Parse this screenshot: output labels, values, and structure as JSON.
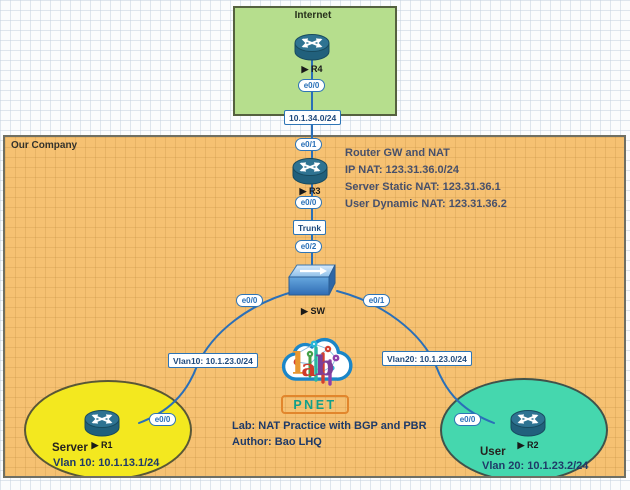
{
  "zones": {
    "internet": {
      "label": "Internet"
    },
    "company": {
      "label": "Our Company"
    }
  },
  "nodes": {
    "r4": {
      "label": "▶ R4",
      "port": "e0/0"
    },
    "r3": {
      "label": "▶ R3",
      "port_up": "e0/1",
      "port_down": "e0/0",
      "trunk": "Trunk",
      "port_e02": "e0/2"
    },
    "sw": {
      "label": "▶ SW",
      "port_left": "e0/0",
      "port_right": "e0/1"
    },
    "r1": {
      "label": "▶ R1",
      "port": "e0/0"
    },
    "r2": {
      "label": "▶ R2",
      "port": "e0/0"
    }
  },
  "links": {
    "wan_network": "10.1.34.0/24",
    "vlan10_network": "Vlan10: 10.1.23.0/24",
    "vlan20_network": "Vlan20: 10.1.23.0/24"
  },
  "annotations": {
    "nat_lines": [
      "Router GW and NAT",
      "IP NAT: 123.31.36.0/24",
      "Server Static NAT: 123.31.36.1",
      "User Dynamic NAT: 123.31.36.2"
    ],
    "lab_title": "Lab: NAT Practice with BGP and PBR",
    "lab_author": "Author: Bao LHQ",
    "server": {
      "name": "Server",
      "vlan": "Vlan 10: 10.1.13.1/24"
    },
    "user": {
      "name": "User",
      "vlan": "Vlan 20: 10.1.23.2/24"
    }
  },
  "logo": {
    "letter_l": "l",
    "letter_a": "a",
    "letter_b": "b",
    "brand": "PNET"
  },
  "colors": {
    "link": "#2a6fb8",
    "internet_fill": "#b6de8d",
    "company_fill": "#f6c172",
    "server_fill": "#f3e81f",
    "user_fill": "#45d7ae",
    "badge_border": "#2e75b6",
    "text_navy": "#1f3a68"
  }
}
